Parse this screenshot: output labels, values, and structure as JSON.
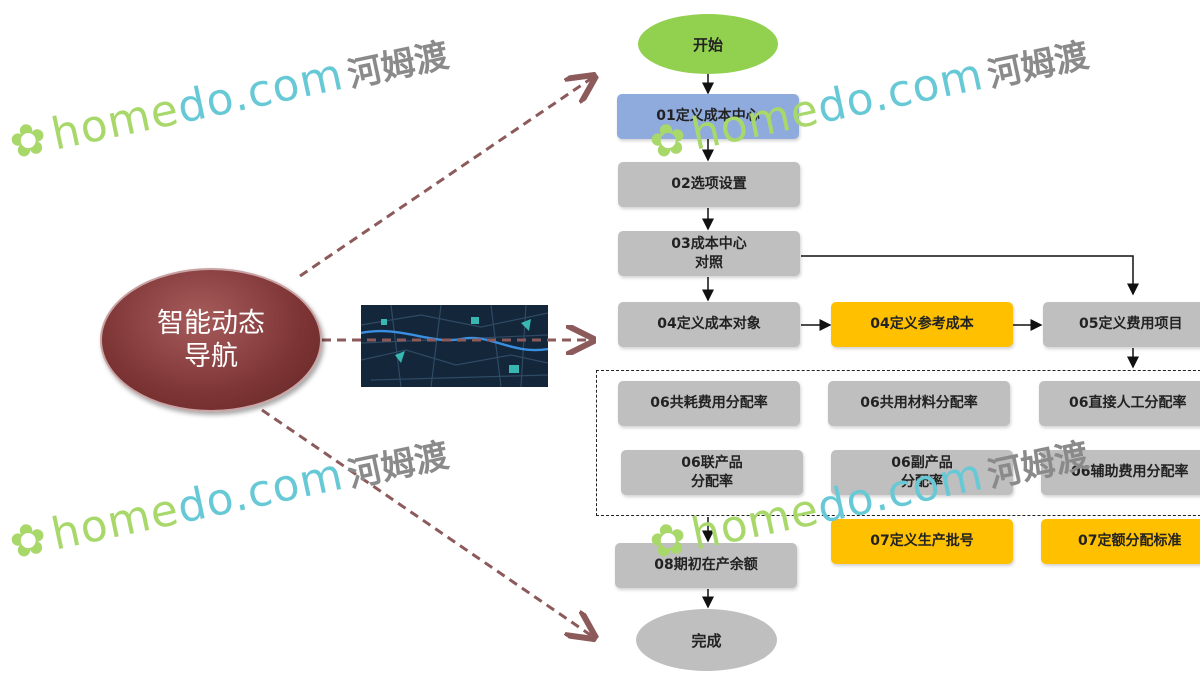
{
  "hub": {
    "line1": "智能动态",
    "line2": "导航"
  },
  "flow": {
    "start": "开始",
    "s01": "01定义成本中心",
    "s02": "02选项设置",
    "s03_l1": "03成本中心",
    "s03_l2": "对照",
    "s04a": "04定义成本对象",
    "s04b": "04定义参考成本",
    "s05": "05定义费用项目",
    "s06a": "06共耗费用分配率",
    "s06b": "06共用材料分配率",
    "s06c": "06直接人工分配率",
    "s06d_l1": "06联产品",
    "s06d_l2": "分配率",
    "s06e_l1": "06副产品",
    "s06e_l2": "分配率",
    "s06f": "06辅助费用分配率",
    "s07a": "07定义生产批号",
    "s07b": "07定额分配标准",
    "s08": "08期初在产余额",
    "end": "完成"
  },
  "watermark": {
    "brand_a": "home",
    "brand_b": "do",
    "brand_c": ".com",
    "cn": "河姆渡"
  },
  "colors": {
    "start_green": "#92d050",
    "step_blue": "#8faadc",
    "step_gray": "#bfbfbf",
    "step_gold": "#ffc000",
    "hub_maroon": "#7d3434",
    "dashed_arrow": "#8c5a5a"
  }
}
